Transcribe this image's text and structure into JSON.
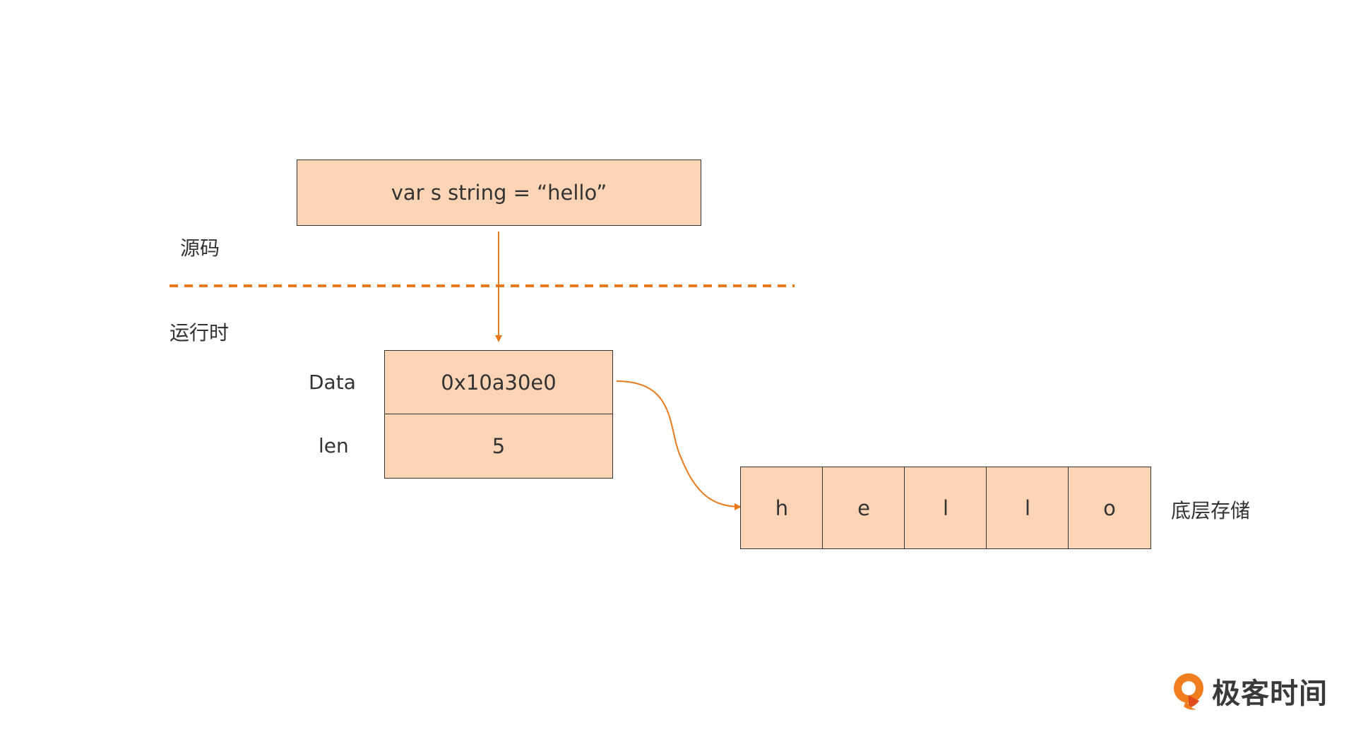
{
  "source_code": {
    "label": "源码",
    "code": "var s string = “hello”"
  },
  "runtime": {
    "label": "运行时",
    "header": {
      "data_label": "Data",
      "data_value": "0x10a30e0",
      "len_label": "len",
      "len_value": "5"
    }
  },
  "storage": {
    "label": "底层存储",
    "cells": [
      "h",
      "e",
      "l",
      "l",
      "o"
    ]
  },
  "logo": {
    "text": "极客时间",
    "icon": "geektime-logo-icon"
  },
  "colors": {
    "box_fill": "#fdd4b5",
    "accent": "#e97a1c",
    "text": "#333333"
  }
}
